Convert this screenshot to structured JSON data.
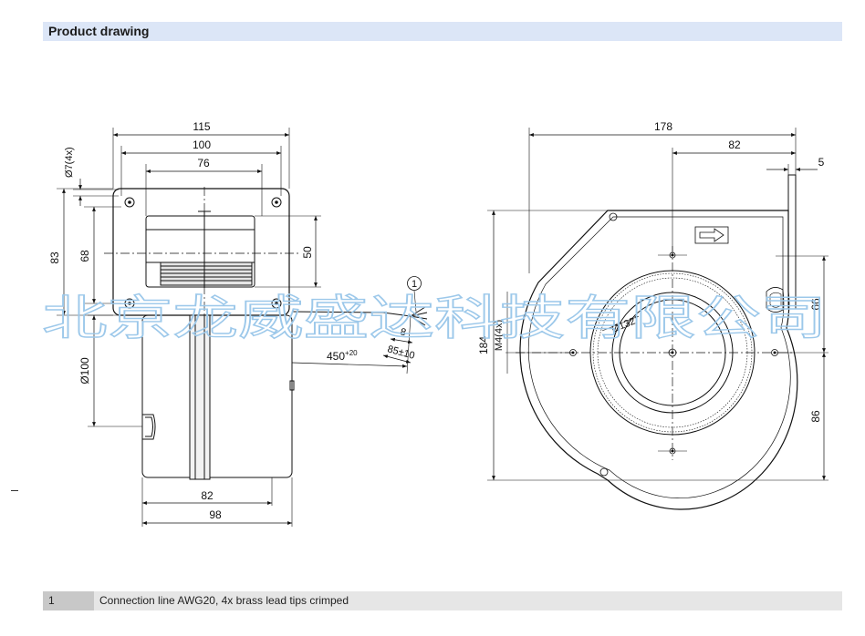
{
  "header": {
    "title": "Product drawing"
  },
  "front_view": {
    "dims": {
      "width_115": "115",
      "width_100": "100",
      "width_76": "76",
      "hole_dia": "Ø7(4x)",
      "height_83": "83",
      "height_68": "68",
      "height_50": "50",
      "dia_100": "Ø100",
      "bottom_82": "82",
      "bottom_98": "98",
      "cable_450": "450",
      "cable_450_tol": "+20",
      "cable_85": "85±10",
      "cable_8": "8",
      "callout_1": "1"
    }
  },
  "side_view": {
    "dims": {
      "width_178": "178",
      "width_82": "82",
      "width_5": "5",
      "height_184": "184",
      "thread_m4": "M4(4x)",
      "dia_132": "Ø132",
      "right_66": "66",
      "right_86": "86"
    }
  },
  "watermark": {
    "text": "北京龙威盛达科技有限公司"
  },
  "legend": {
    "items": [
      {
        "num": "1",
        "text": "Connection line AWG20, 4x brass lead tips crimped"
      }
    ]
  }
}
